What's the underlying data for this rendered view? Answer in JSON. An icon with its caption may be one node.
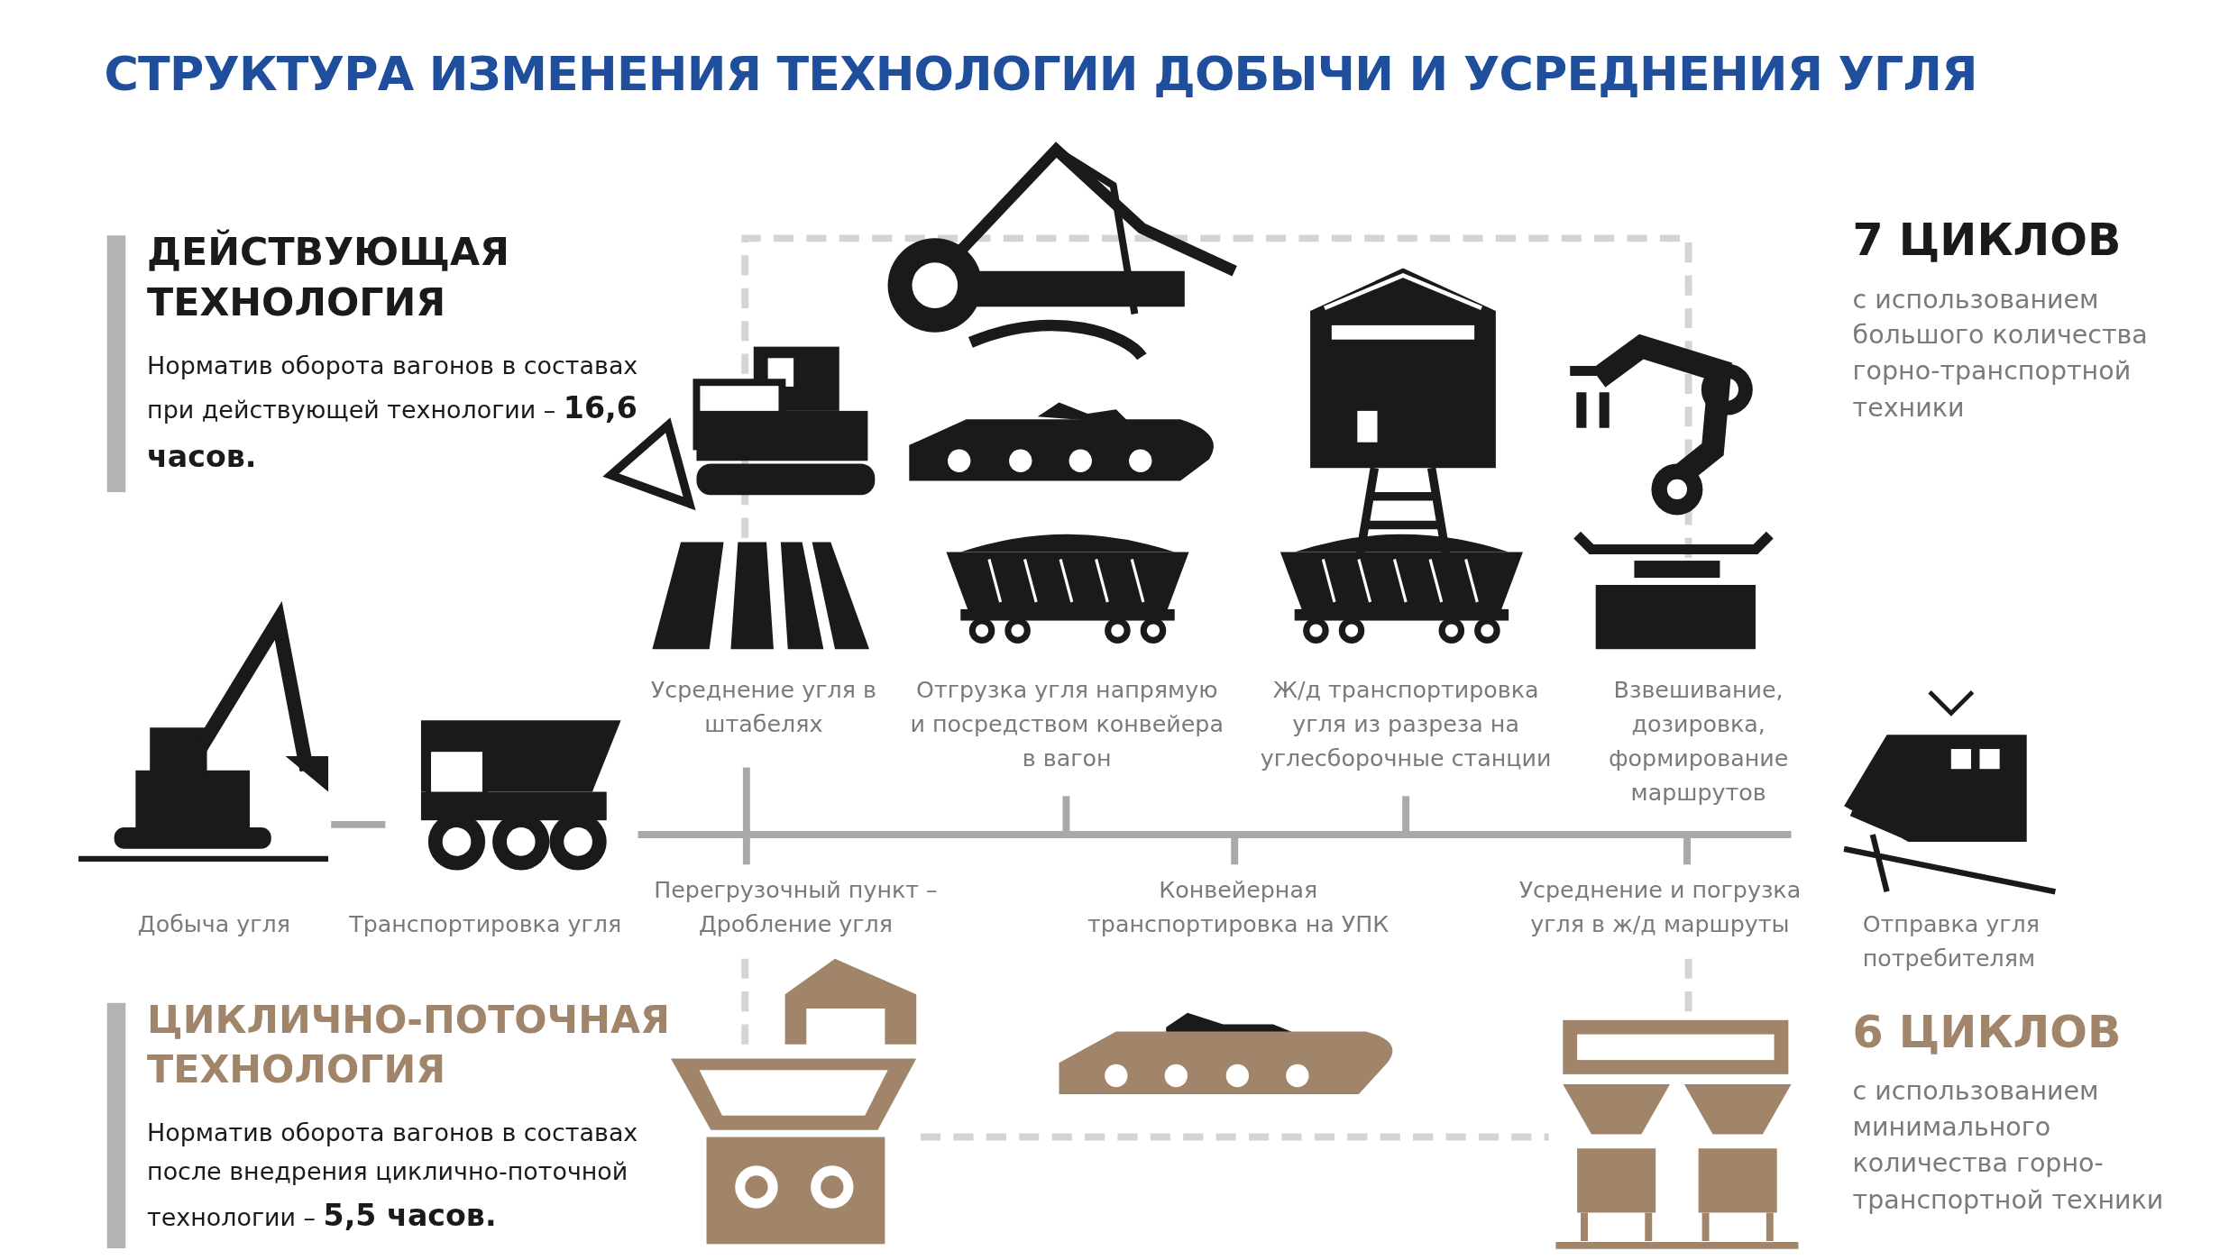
{
  "diagram": {
    "title": "СТРУКТУРА ИЗМЕНЕНИЯ ТЕХНОЛОГИИ ДОБЫЧИ И УСРЕДНЕНИЯ УГЛЯ",
    "nodes": [
      {
        "text": [
          "ДЕЙСТВУЮЩАЯ ТЕХНОЛОГИЯ",
          "Норматив оборота вагонов в составах при действующей технологии – **16,6 часов.**"
        ]
      },
      {
        "text": [
          "ЦИКЛИЧНО-ПОТОЧНАЯ ТЕХНОЛОГИЯ",
          "Норматив оборота вагонов в составах после внедрения циклично-поточной технологии – **5,5 часов.**"
        ]
      }
    ],
    "labels": [
      "7 ЦИКЛОВ",
      "с использованием большого количества горно-транспортной техники",
      "Усреднение угля в штабелях",
      "Отгрузка угля напрямую и посредством конвейера в вагон",
      "Ж/д транспортировка угля из разреза на углесборочные станции",
      "Взвешивание, дозировка, формирование маршрутов",
      "Добыча угля",
      "Транспортировка угля",
      "Перегрузочный пункт – Дробление угля",
      "Конвейерная транспортировка на УПК",
      "Усреднение и погрузка угля в ж/д маршруты",
      "Отправка угля потребителям",
      "6 ЦИКЛОВ",
      "с использованием минимального количества горно-транспортной техники"
    ]
  }
}
